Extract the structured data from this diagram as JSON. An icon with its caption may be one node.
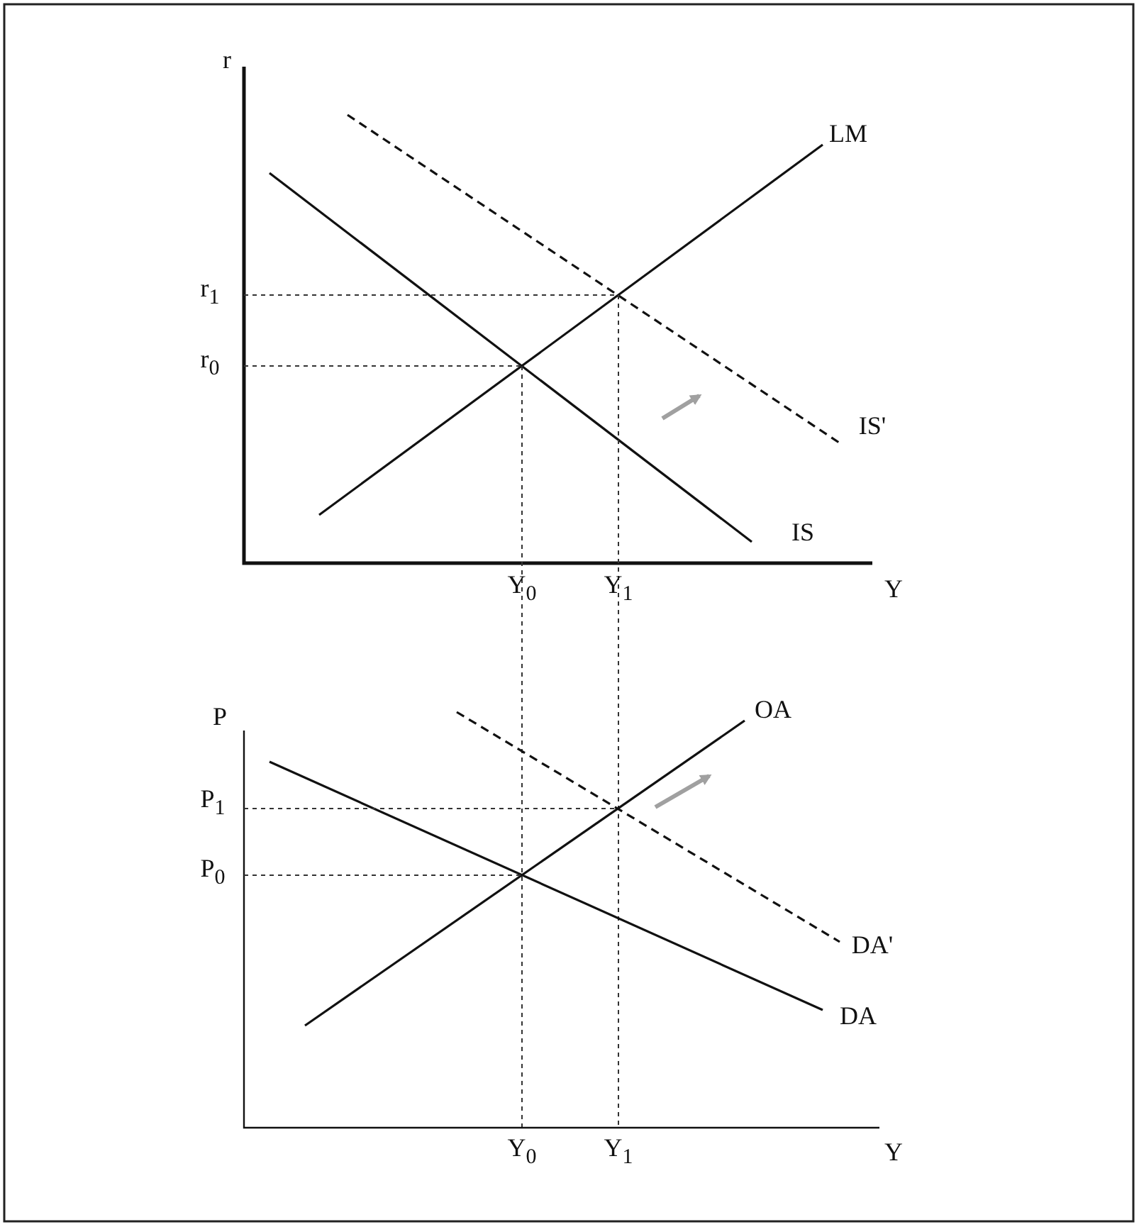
{
  "diagram": {
    "labels": [
      "r",
      "LM",
      "r$_{1}$",
      "r$_{0}$",
      "IS'",
      "IS",
      "Y$_{0}$",
      "Y$_{1}$",
      "Y",
      "P",
      "OA",
      "P$_{1}$",
      "P$_{0}$",
      "DA'",
      "DA",
      "Y$_{0}$",
      "Y$_{1}$",
      "Y"
    ]
  }
}
